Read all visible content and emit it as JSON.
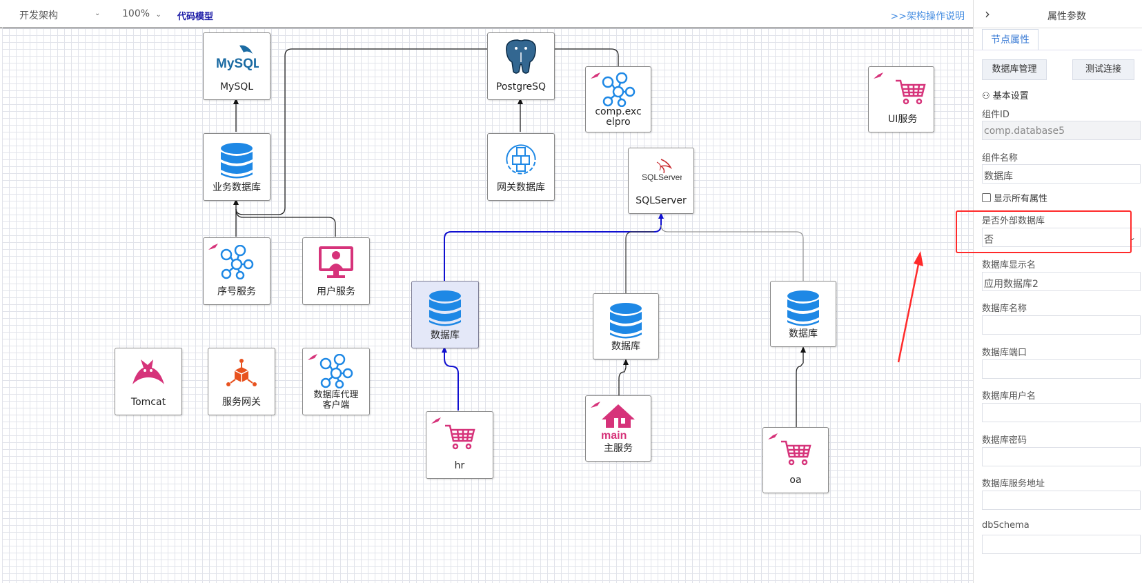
{
  "toolbar": {
    "architecture_select": "开发架构",
    "zoom_select": "100%",
    "code_model_label": "代码模型",
    "help_link": ">>架构操作说明"
  },
  "nodes": {
    "mysql": "MySQL",
    "mysql_logo": "MySQL",
    "business_db": "业务数据库",
    "seq_service": "序号服务",
    "user_service": "用户服务",
    "tomcat": "Tomcat",
    "service_gateway": "服务网关",
    "db_proxy_line1": "数据库代理",
    "db_proxy_line2": "客户端",
    "postgres": "PostgreSQ",
    "gateway_db": "网关数据库",
    "comp_excel_line1": "comp.exc",
    "comp_excel_line2": "elpro",
    "sqlserver_logo": "SQLServer",
    "sqlserver": "SQLServer",
    "database_selected": "数据库",
    "hr": "hr",
    "database_mid": "数据库",
    "main_service": "主服务",
    "main_logo": "main",
    "database_right": "数据库",
    "oa": "oa",
    "ui_service": "UI服务"
  },
  "panel": {
    "title": "属性参数",
    "tab_node_props": "节点属性",
    "btn_db_manage": "数据库管理",
    "btn_test_conn": "测试连接",
    "section_basic": "基本设置",
    "component_id_label": "组件ID",
    "component_id_value": "comp.database5",
    "component_name_label": "组件名称",
    "component_name_value": "数据库",
    "show_all_props": "显示所有属性",
    "external_db_label": "是否外部数据库",
    "external_db_value": "否",
    "db_display_name_label": "数据库显示名",
    "db_display_name_value": "应用数据库2",
    "db_name_label": "数据库名称",
    "db_name_value": "",
    "db_port_label": "数据库端口",
    "db_port_value": "",
    "db_user_label": "数据库用户名",
    "db_user_value": "",
    "db_password_label": "数据库密码",
    "db_password_value": "",
    "db_address_label": "数据库服务地址",
    "db_address_value": "",
    "db_schema_label": "dbSchema",
    "db_schema_value": ""
  },
  "colors": {
    "accent_blue": "#1e88e5",
    "accent_magenta": "#d6337a",
    "selected_edge": "#1010d0",
    "highlight_red": "#ff2a2a"
  }
}
